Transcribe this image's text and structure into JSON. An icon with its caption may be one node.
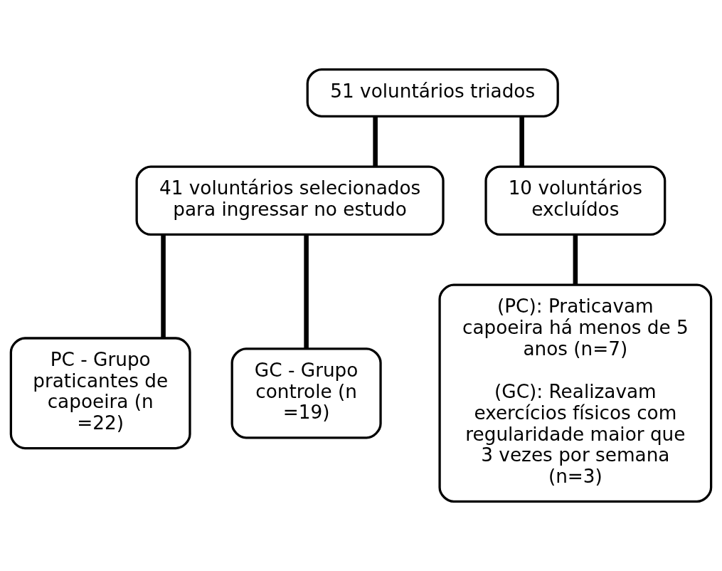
{
  "diagram": {
    "nodes": [
      {
        "text": [
          "51 voluntários triados"
        ]
      },
      {
        "text": [
          "41 voluntários selecionados para ingressar no estudo"
        ]
      },
      {
        "text": [
          "10 voluntários excluídos"
        ]
      },
      {
        "text": [
          "PC - Grupo praticantes de capoeira (n =22)"
        ]
      },
      {
        "text": [
          "GC - Grupo controle (n =19)"
        ]
      },
      {
        "text": [
          "(PC): Praticavam capoeira há menos de 5 anos (n=7)",
          "(GC): Realizavam exercícios físicos com regularidade maior que 3 vezes por semana (n=3)"
        ]
      }
    ],
    "edges": [
      {
        "from": 0,
        "to": 1,
        "arrow": "none"
      },
      {
        "from": 0,
        "to": 2,
        "arrow": "none"
      },
      {
        "from": 1,
        "to": 3,
        "arrow": "none"
      },
      {
        "from": 1,
        "to": 4,
        "arrow": "none"
      },
      {
        "from": 2,
        "to": 5,
        "arrow": "none"
      }
    ]
  }
}
